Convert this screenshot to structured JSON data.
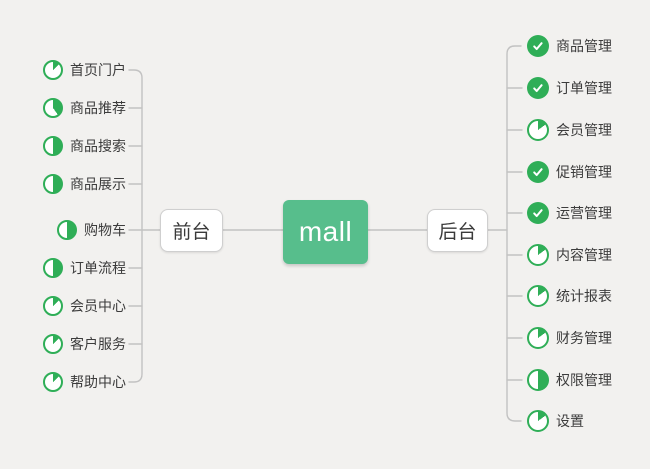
{
  "app": {
    "background": "#f2f1ef",
    "accent_green": "#2fae57",
    "root_green": "#57be8c",
    "line_color": "#c2c2c2",
    "text_color": "#3c3c3c"
  },
  "root": {
    "label": "mall"
  },
  "front": {
    "label": "前台",
    "items": [
      {
        "label": "首页门户",
        "progress": 0.125
      },
      {
        "label": "商品推荐",
        "progress": 0.4
      },
      {
        "label": "商品搜索",
        "progress": 0.5
      },
      {
        "label": "商品展示",
        "progress": 0.5
      },
      {
        "label": "购物车",
        "progress": 0.5
      },
      {
        "label": "订单流程",
        "progress": 0.5
      },
      {
        "label": "会员中心",
        "progress": 0.125
      },
      {
        "label": "客户服务",
        "progress": 0.125
      },
      {
        "label": "帮助中心",
        "progress": 0.125
      }
    ]
  },
  "back": {
    "label": "后台",
    "items": [
      {
        "label": "商品管理",
        "progress": 1
      },
      {
        "label": "订单管理",
        "progress": 1
      },
      {
        "label": "会员管理",
        "progress": 0.15
      },
      {
        "label": "促销管理",
        "progress": 1
      },
      {
        "label": "运营管理",
        "progress": 1
      },
      {
        "label": "内容管理",
        "progress": 0.15
      },
      {
        "label": "统计报表",
        "progress": 0.15
      },
      {
        "label": "财务管理",
        "progress": 0.15
      },
      {
        "label": "权限管理",
        "progress": 0.5
      },
      {
        "label": "设置",
        "progress": 0.15
      }
    ]
  },
  "icons": {
    "complete": "check-circle-icon",
    "in_progress": "progress-pie-icon"
  }
}
